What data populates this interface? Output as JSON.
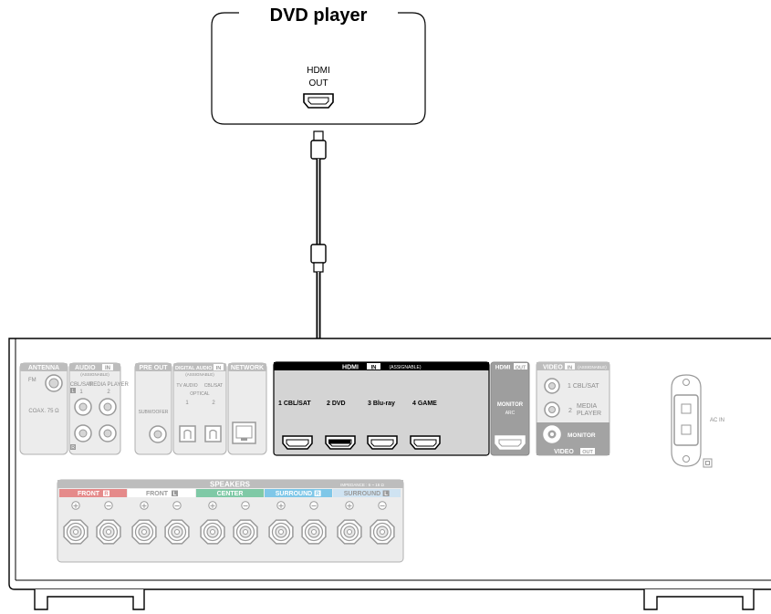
{
  "device": {
    "title": "DVD player",
    "port_line1": "HDMI",
    "port_line2": "OUT"
  },
  "receiver": {
    "antenna": {
      "header": "ANTENNA",
      "fm": "FM",
      "coax": "COAX. 75 Ω"
    },
    "audio_in": {
      "header": "AUDIO",
      "in_badge": "IN",
      "assignable": "(ASSIGNABLE)",
      "cbl_sat": "CBL/SAT",
      "num1": "1",
      "media_player": "MEDIA PLAYER",
      "num2": "2",
      "l_mark": "L",
      "r_mark": "R"
    },
    "pre_out": {
      "header": "PRE OUT",
      "subwoofer": "SUBWOOFER"
    },
    "digital_audio": {
      "header": "DIGITAL AUDIO",
      "in_badge": "IN",
      "assignable": "(ASSIGNABLE)",
      "tv_audio": "TV AUDIO",
      "cbl_sat": "CBL/SAT",
      "optical": "OPTICAL",
      "num1": "1",
      "num2": "2"
    },
    "network": {
      "header": "NETWORK"
    },
    "hdmi_in": {
      "header": "HDMI",
      "in_badge": "IN",
      "assignable": "(ASSIGNABLE)",
      "ports": [
        "1  CBL/SAT",
        "2  DVD",
        "3  Blu-ray",
        "4  GAME"
      ]
    },
    "hdmi_out": {
      "header": "HDMI",
      "out_badge": "OUT",
      "monitor": "MONITOR",
      "arc": "ARC"
    },
    "video_in": {
      "header": "VIDEO",
      "in_badge": "IN",
      "assignable": "(ASSIGNABLE)",
      "in1": "1  CBL/SAT",
      "in2_num": "2",
      "in2_line1": "MEDIA",
      "in2_line2": "PLAYER",
      "monitor": "MONITOR",
      "footer": "VIDEO",
      "footer_out": "OUT"
    },
    "ac_in": "AC IN",
    "speakers": {
      "header": "SPEAKERS",
      "impedance": "IMPEDANCE : 6 ~ 16 Ω",
      "groups": [
        {
          "label": "FRONT",
          "side": "R",
          "color": "#e58a8a"
        },
        {
          "label": "FRONT",
          "side": "L",
          "color": "#ffffff"
        },
        {
          "label": "CENTER",
          "side": "",
          "color": "#7fc9a6"
        },
        {
          "label": "SURROUND",
          "side": "R",
          "color": "#7fc7e8"
        },
        {
          "label": "SURROUND",
          "side": "L",
          "color": "#cfe3f2"
        }
      ],
      "plus": "+",
      "minus": "−"
    }
  }
}
